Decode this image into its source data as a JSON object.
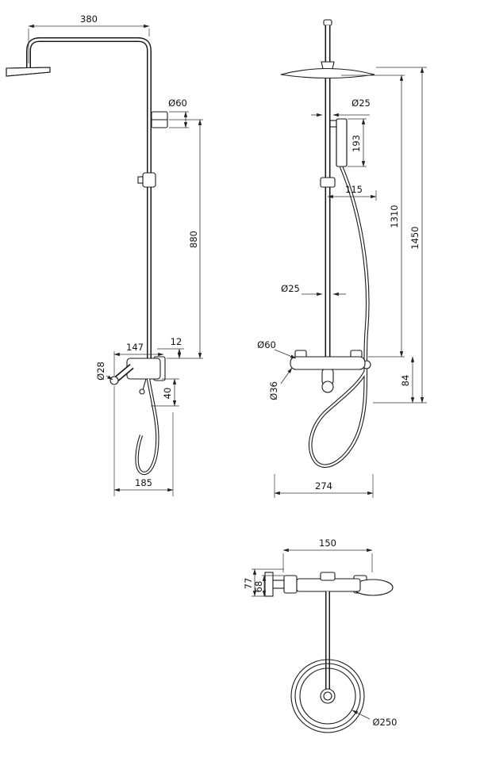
{
  "drawing": {
    "type": "technical-drawing",
    "side": {
      "width_380": "380",
      "dia_60": "Ø60",
      "height_880": "880",
      "offset_12": "12",
      "depth_147": "147",
      "dia_28": "Ø28",
      "drop_40": "40",
      "depth_185": "185"
    },
    "front": {
      "dia_25_top": "Ø25",
      "len_193": "193",
      "offset_115": "115",
      "len_1310": "1310",
      "height_1450": "1450",
      "dia_25_mid": "Ø25",
      "dia_60": "Ø60",
      "dia_36": "Ø36",
      "height_84": "84",
      "width_274": "274"
    },
    "top": {
      "width_150": "150",
      "depth_77": "77",
      "depth_68": "68",
      "dia_250": "Ø250"
    }
  }
}
